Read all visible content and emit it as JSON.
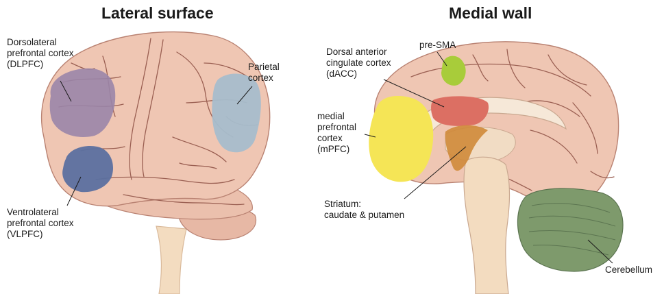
{
  "panels": {
    "lateral": {
      "title": "Lateral surface"
    },
    "medial": {
      "title": "Medial wall"
    }
  },
  "labels": {
    "dlpfc": [
      "Dorsolateral",
      "prefrontal cortex",
      "(DLPFC)"
    ],
    "parietal": [
      "Parietal",
      "cortex"
    ],
    "vlpfc": [
      "Ventrolateral",
      "prefrontal cortex",
      "(VLPFC)"
    ],
    "dacc": [
      "Dorsal anterior",
      "cingulate cortex",
      "(dACC)"
    ],
    "presma": [
      "pre-SMA"
    ],
    "mpfc": [
      "medial",
      "prefrontal",
      "cortex",
      "(mPFC)"
    ],
    "striatum": [
      "Striatum:",
      "caudate & putamen"
    ],
    "cerebellum": [
      "Cerebellum"
    ]
  },
  "colors": {
    "brain": "#efc6b3",
    "brain_shadow": "#d9a592",
    "sulcus": "#9a5f52",
    "brainstem": "#f3dcc0",
    "dlpfc": "#9a85a8",
    "parietal": "#a6bdcc",
    "vlpfc": "#5b70a0",
    "dacc": "#dc6f63",
    "presma": "#a8cc3a",
    "mpfc": "#f5e556",
    "striatum": "#cf8a3a",
    "cerebellum": "#7e9a6c"
  }
}
